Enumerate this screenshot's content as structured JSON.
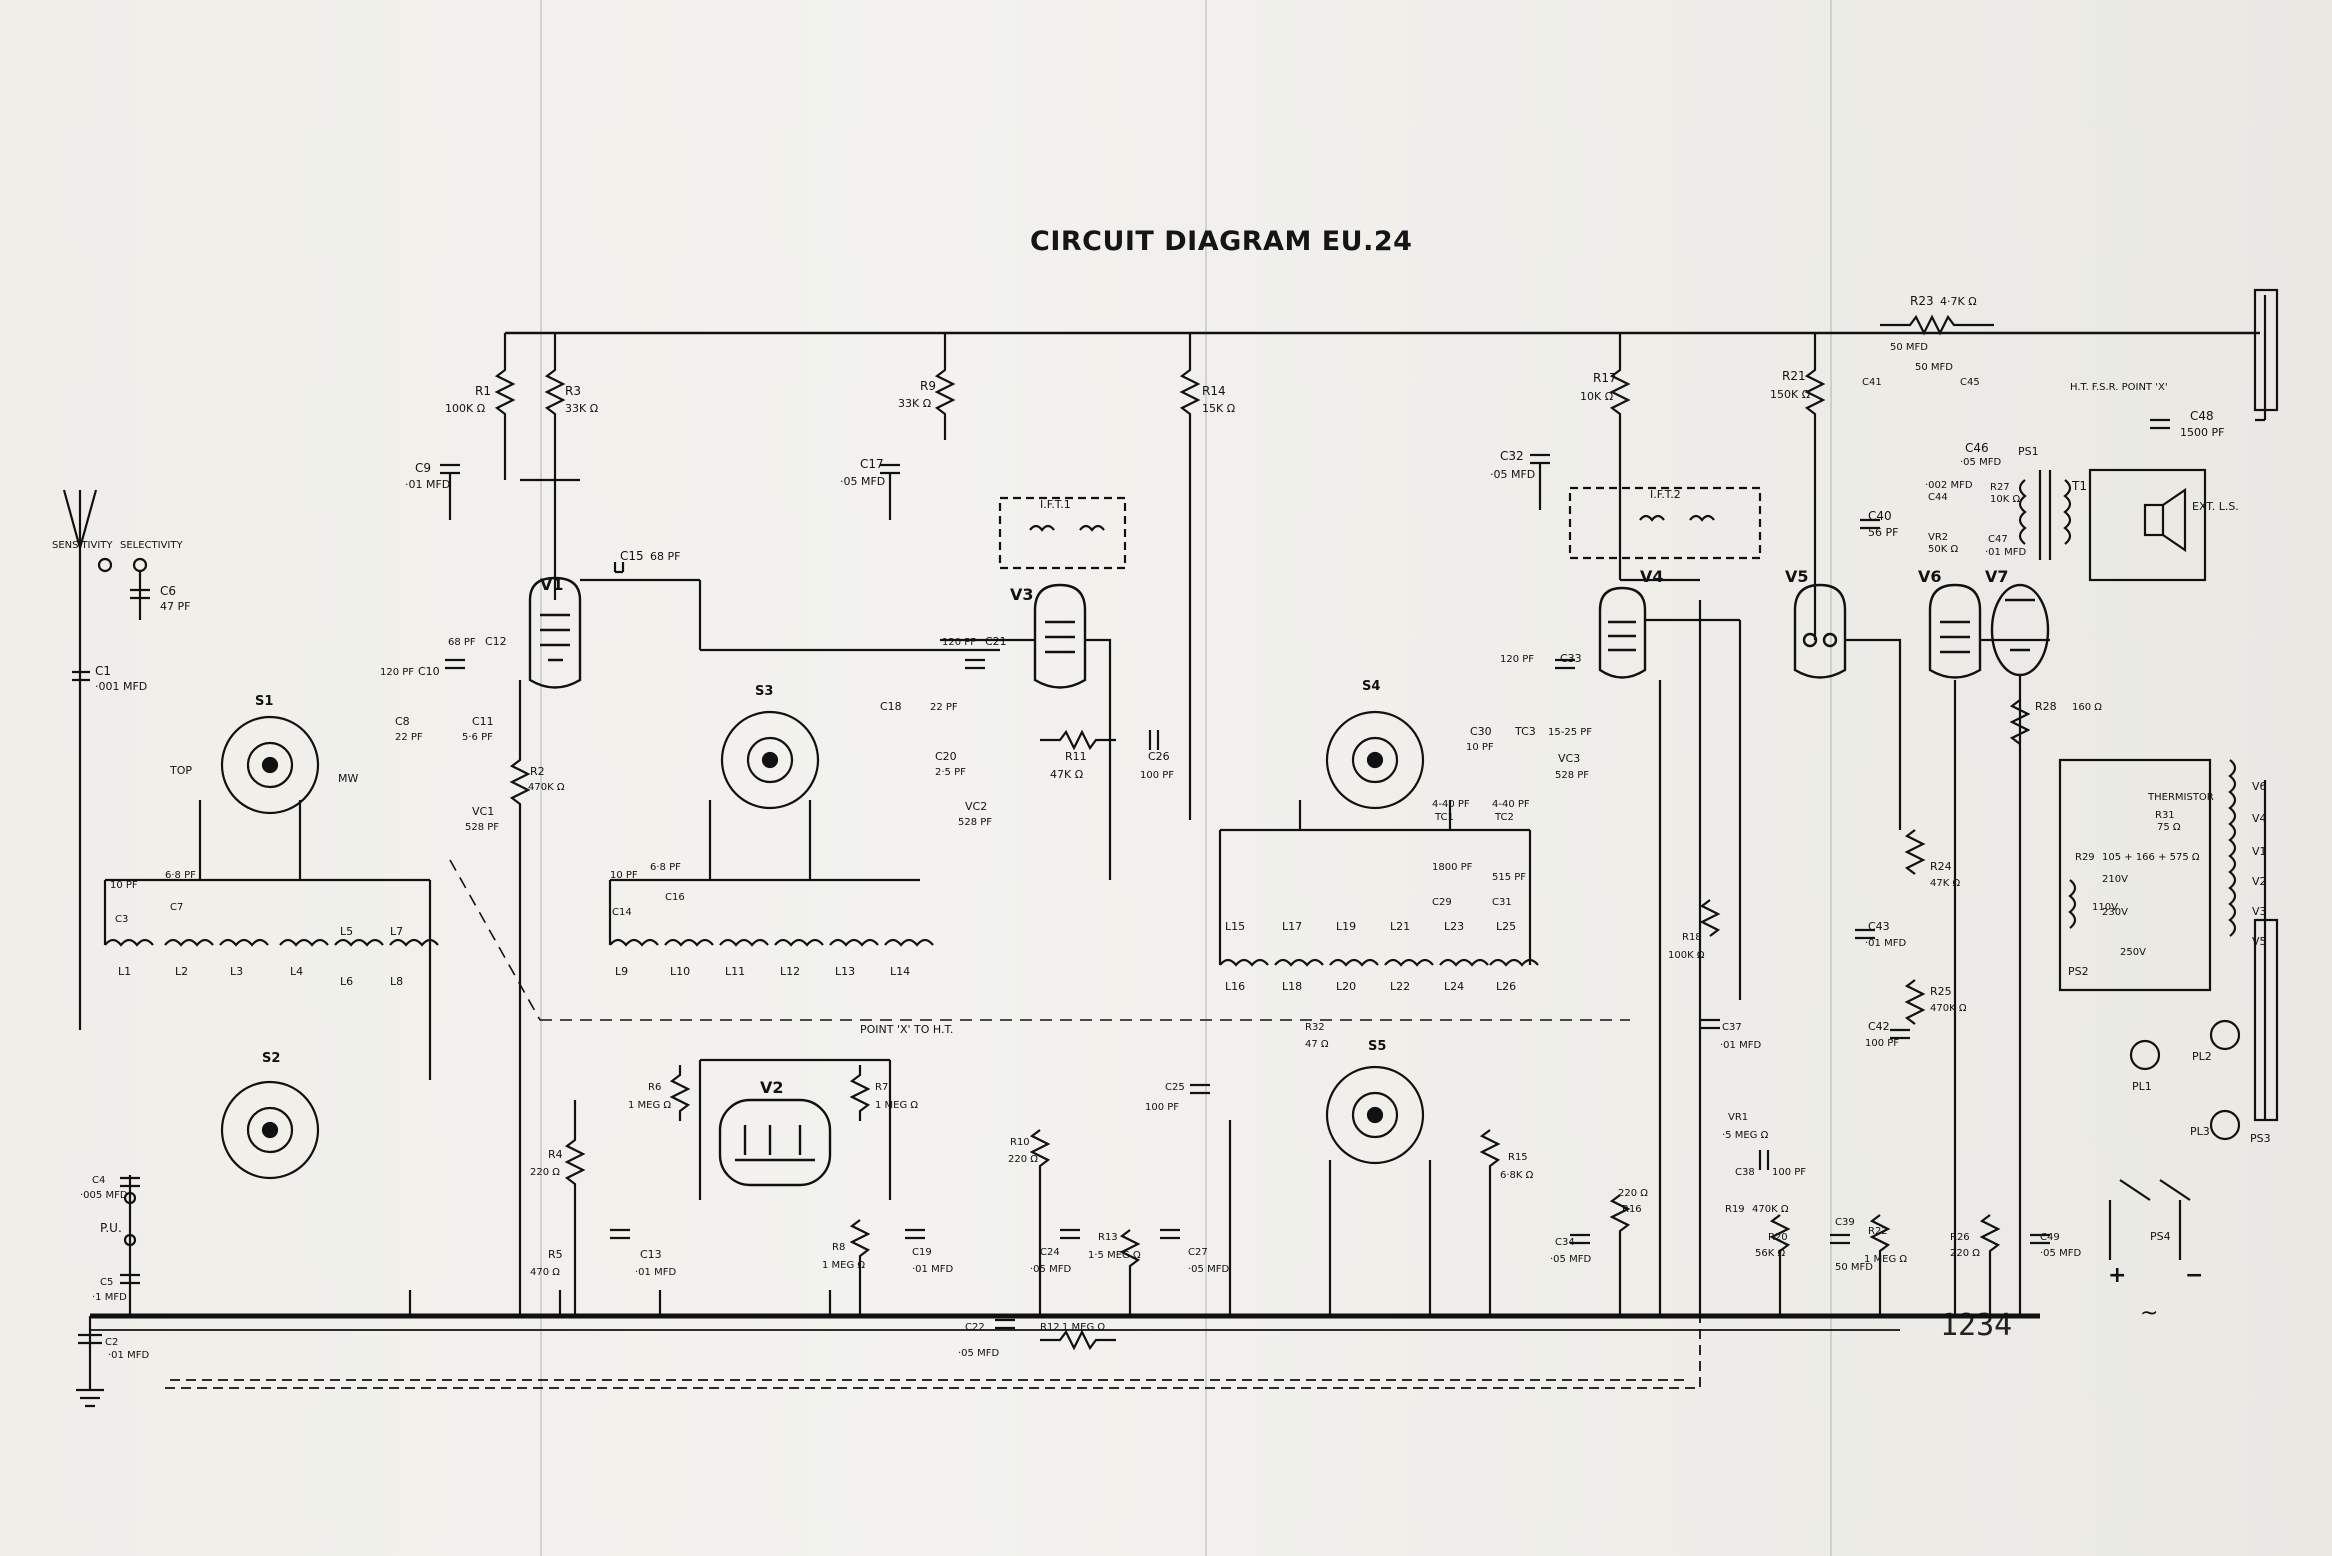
{
  "title": "CIRCUIT DIAGRAM EU.24",
  "plate_number": "1234",
  "controls": {
    "sensitivity": "SENSITIVITY",
    "selectivity": "SELECTIVITY"
  },
  "valves": [
    "V1",
    "V2",
    "V3",
    "V4",
    "V5",
    "V6",
    "V7"
  ],
  "components": [
    {
      "ref": "R1",
      "value": "100K Ω"
    },
    {
      "ref": "R3",
      "value": "33K Ω"
    },
    {
      "ref": "C9",
      "value": "·01 MFD"
    },
    {
      "ref": "C6",
      "value": "47 PF"
    },
    {
      "ref": "C1",
      "value": "·001 MFD"
    },
    {
      "ref": "C15",
      "value": "68 PF"
    },
    {
      "ref": "R9",
      "value": "33K Ω"
    },
    {
      "ref": "C17",
      "value": "·05 MFD"
    },
    {
      "ref": "R14",
      "value": "15K Ω"
    },
    {
      "ref": "R17",
      "value": "10K Ω"
    },
    {
      "ref": "C32",
      "value": "·05 MFD"
    },
    {
      "ref": "R21",
      "value": "150K Ω"
    },
    {
      "ref": "R23",
      "value": "4·7K Ω"
    },
    {
      "ref": "C41",
      "value": "50 MFD"
    },
    {
      "ref": "C45",
      "value": "50 MFD"
    },
    {
      "ref": "C48",
      "value": "1500 PF"
    },
    {
      "ref": "C40",
      "value": "56 PF"
    },
    {
      "ref": "C46",
      "value": "·05 MFD"
    },
    {
      "ref": "C44",
      "value": "·002 MFD"
    },
    {
      "ref": "R27",
      "value": "10K Ω"
    },
    {
      "ref": "VR2",
      "value": "50K Ω"
    },
    {
      "ref": "C47",
      "value": "·01 MFD"
    },
    {
      "ref": "C8",
      "value": "22 PF"
    },
    {
      "ref": "C10",
      "value": "120 PF"
    },
    {
      "ref": "C12",
      "value": "68 PF"
    },
    {
      "ref": "C11",
      "value": "5·6 PF"
    },
    {
      "ref": "VC1",
      "value": "528 PF"
    },
    {
      "ref": "R2",
      "value": "470K Ω"
    },
    {
      "ref": "C18",
      "value": "22 PF"
    },
    {
      "ref": "C21",
      "value": "120 PF"
    },
    {
      "ref": "C20",
      "value": "2·5 PF"
    },
    {
      "ref": "VC2",
      "value": "528 PF"
    },
    {
      "ref": "R11",
      "value": "47K Ω"
    },
    {
      "ref": "C26",
      "value": "100 PF"
    },
    {
      "ref": "C33",
      "value": "120 PF"
    },
    {
      "ref": "C30",
      "value": "10 PF"
    },
    {
      "ref": "TC3",
      "value": "15-25 PF"
    },
    {
      "ref": "VC3",
      "value": "528 PF"
    },
    {
      "ref": "TC1",
      "value": "4-40 PF"
    },
    {
      "ref": "TC2",
      "value": "4-40 PF"
    },
    {
      "ref": "C29",
      "value": "1800 PF"
    },
    {
      "ref": "C31",
      "value": "515 PF"
    },
    {
      "ref": "R24",
      "value": "47K Ω"
    },
    {
      "ref": "R25",
      "value": "470K Ω"
    },
    {
      "ref": "C43",
      "value": "·01 MFD"
    },
    {
      "ref": "C42",
      "value": "100 PF"
    },
    {
      "ref": "R28",
      "value": "160 Ω"
    },
    {
      "ref": "R29",
      "value": "105 + 166 + 575 Ω"
    },
    {
      "ref": "R31",
      "value": "75 Ω"
    },
    {
      "ref": "C3",
      "value": "10 PF"
    },
    {
      "ref": "C7",
      "value": "6·8 PF"
    },
    {
      "ref": "C14",
      "value": "10 PF"
    },
    {
      "ref": "C16",
      "value": "6·8 PF"
    },
    {
      "ref": "R6",
      "value": "1 MEG Ω"
    },
    {
      "ref": "R7",
      "value": "1 MEG Ω"
    },
    {
      "ref": "R4",
      "value": "220 Ω"
    },
    {
      "ref": "R5",
      "value": "470 Ω"
    },
    {
      "ref": "C13",
      "value": "·01 MFD"
    },
    {
      "ref": "R8",
      "value": "1 MEG Ω"
    },
    {
      "ref": "C19",
      "value": "·01 MFD"
    },
    {
      "ref": "C22",
      "value": "·05 MFD"
    },
    {
      "ref": "R12",
      "value": "1 MEG Ω"
    },
    {
      "ref": "R10",
      "value": "220 Ω"
    },
    {
      "ref": "C24",
      "value": "·05 MFD"
    },
    {
      "ref": "R13",
      "value": "1·5 MEG Ω"
    },
    {
      "ref": "C27",
      "value": "·05 MFD"
    },
    {
      "ref": "C25",
      "value": "100 PF"
    },
    {
      "ref": "R32",
      "value": "47 Ω"
    },
    {
      "ref": "R15",
      "value": "6·8K Ω"
    },
    {
      "ref": "C34",
      "value": "·05 MFD"
    },
    {
      "ref": "R16",
      "value": "220 Ω"
    },
    {
      "ref": "R18",
      "value": "100K Ω"
    },
    {
      "ref": "C37",
      "value": "·01 MFD"
    },
    {
      "ref": "VR1",
      "value": "·5 MEG Ω"
    },
    {
      "ref": "C38",
      "value": "100 PF"
    },
    {
      "ref": "R19",
      "value": "470K Ω"
    },
    {
      "ref": "R20",
      "value": "56K Ω"
    },
    {
      "ref": "C39",
      "value": "50 MFD"
    },
    {
      "ref": "R22",
      "value": "1 MEG Ω"
    },
    {
      "ref": "R26",
      "value": "220 Ω"
    },
    {
      "ref": "C49",
      "value": "·05 MFD"
    },
    {
      "ref": "C4",
      "value": "·005 MFD"
    },
    {
      "ref": "C5",
      "value": "·1 MFD"
    },
    {
      "ref": "C2",
      "value": "·01 MFD"
    }
  ],
  "switch_labels": [
    "S1",
    "S2",
    "S3",
    "S4",
    "S5"
  ],
  "coil_labels": [
    "L1",
    "L2",
    "L3",
    "L4",
    "L5",
    "L6",
    "L7",
    "L8",
    "L9",
    "L10",
    "L11",
    "L12",
    "L13",
    "L14",
    "L15",
    "L16",
    "L17",
    "L18",
    "L19",
    "L20",
    "L21",
    "L22",
    "L23",
    "L24",
    "L25",
    "L26"
  ],
  "transformer_labels": [
    "I.F.T.1",
    "I.F.T.2",
    "T1"
  ],
  "notes": {
    "point_x": "POINT 'X' TO H.T.",
    "ht_fuse": "H.T. F.S.R. POINT 'X'",
    "ext_ls": "EXT. L.S.",
    "thermistor": "THERMISTOR",
    "pu": "P.U.",
    "pickup": "P.U.",
    "top": "TOP",
    "mw": "MW",
    "taps": [
      "110V",
      "210V",
      "230V",
      "250V"
    ],
    "heater_chain": [
      "V6",
      "V4",
      "V1",
      "V2",
      "V3",
      "V5"
    ],
    "plugs": [
      "PL1",
      "PL2",
      "PL3",
      "PS1",
      "PS2",
      "PS3",
      "PS4"
    ]
  }
}
